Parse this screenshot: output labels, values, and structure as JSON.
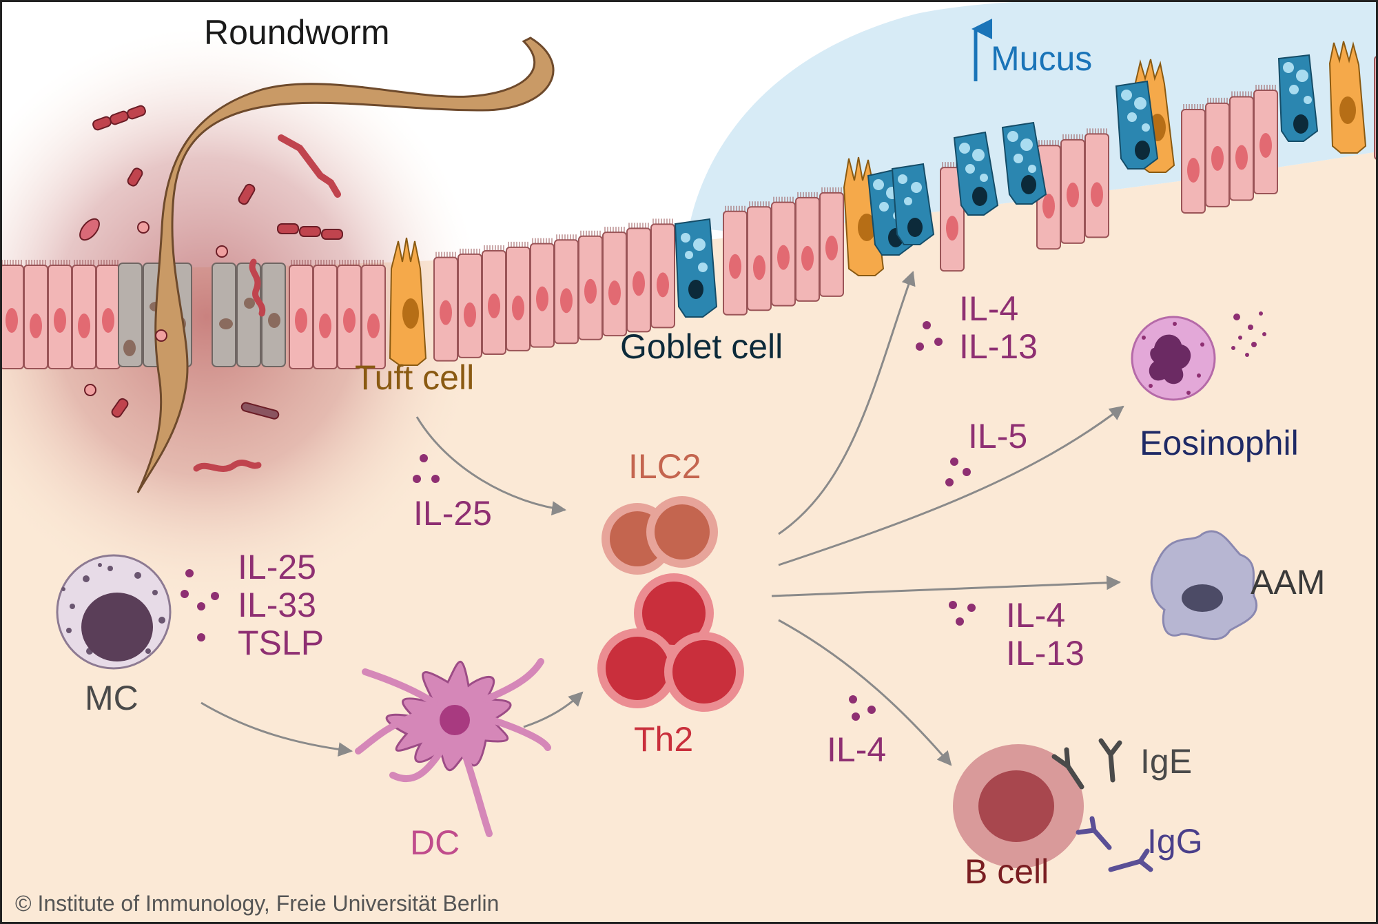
{
  "labels": {
    "roundworm": "Roundworm",
    "mucus": "Mucus",
    "tuft_cell": "Tuft cell",
    "goblet_cell": "Goblet cell",
    "ilc2": "ILC2",
    "th2": "Th2",
    "eosinophil": "Eosinophil",
    "aam": "AAM",
    "mc": "MC",
    "dc": "DC",
    "b_cell": "B cell",
    "ige": "IgE",
    "igg": "IgG"
  },
  "cytokines": {
    "tuft_il25": "IL-25",
    "mc_il25": "IL-25",
    "mc_il33": "IL-33",
    "mc_tslp": "TSLP",
    "goblet_il4": "IL-4",
    "goblet_il13": "IL-13",
    "eos_il5": "IL-5",
    "aam_il4": "IL-4",
    "aam_il13": "IL-13",
    "bcell_il4": "IL-4"
  },
  "copyright": "© Institute of Immunology, Freie Universität Berlin",
  "colors": {
    "background": "#fbe9d6",
    "mucus": "#d7ebf6",
    "epithelium": "#e8a4a8",
    "tuft": "#f5a94a",
    "goblet": "#2b86b0",
    "ilc2": "#c4654f",
    "th2": "#c92f3c",
    "cytokine": "#8e2f72",
    "arrow": "#8a8a8a",
    "eosinophil_label": "#1f2a66",
    "tuft_label": "#8a5a12",
    "mucus_label": "#1a74b8"
  },
  "icons": [
    "roundworm-icon",
    "bacteria-icon",
    "tuft-cell-icon",
    "goblet-cell-icon",
    "ilc2-cell-icon",
    "th2-cell-icon",
    "eosinophil-icon",
    "aam-icon",
    "mast-cell-icon",
    "dendritic-cell-icon",
    "b-cell-icon",
    "antibody-icon",
    "up-arrow-icon"
  ]
}
